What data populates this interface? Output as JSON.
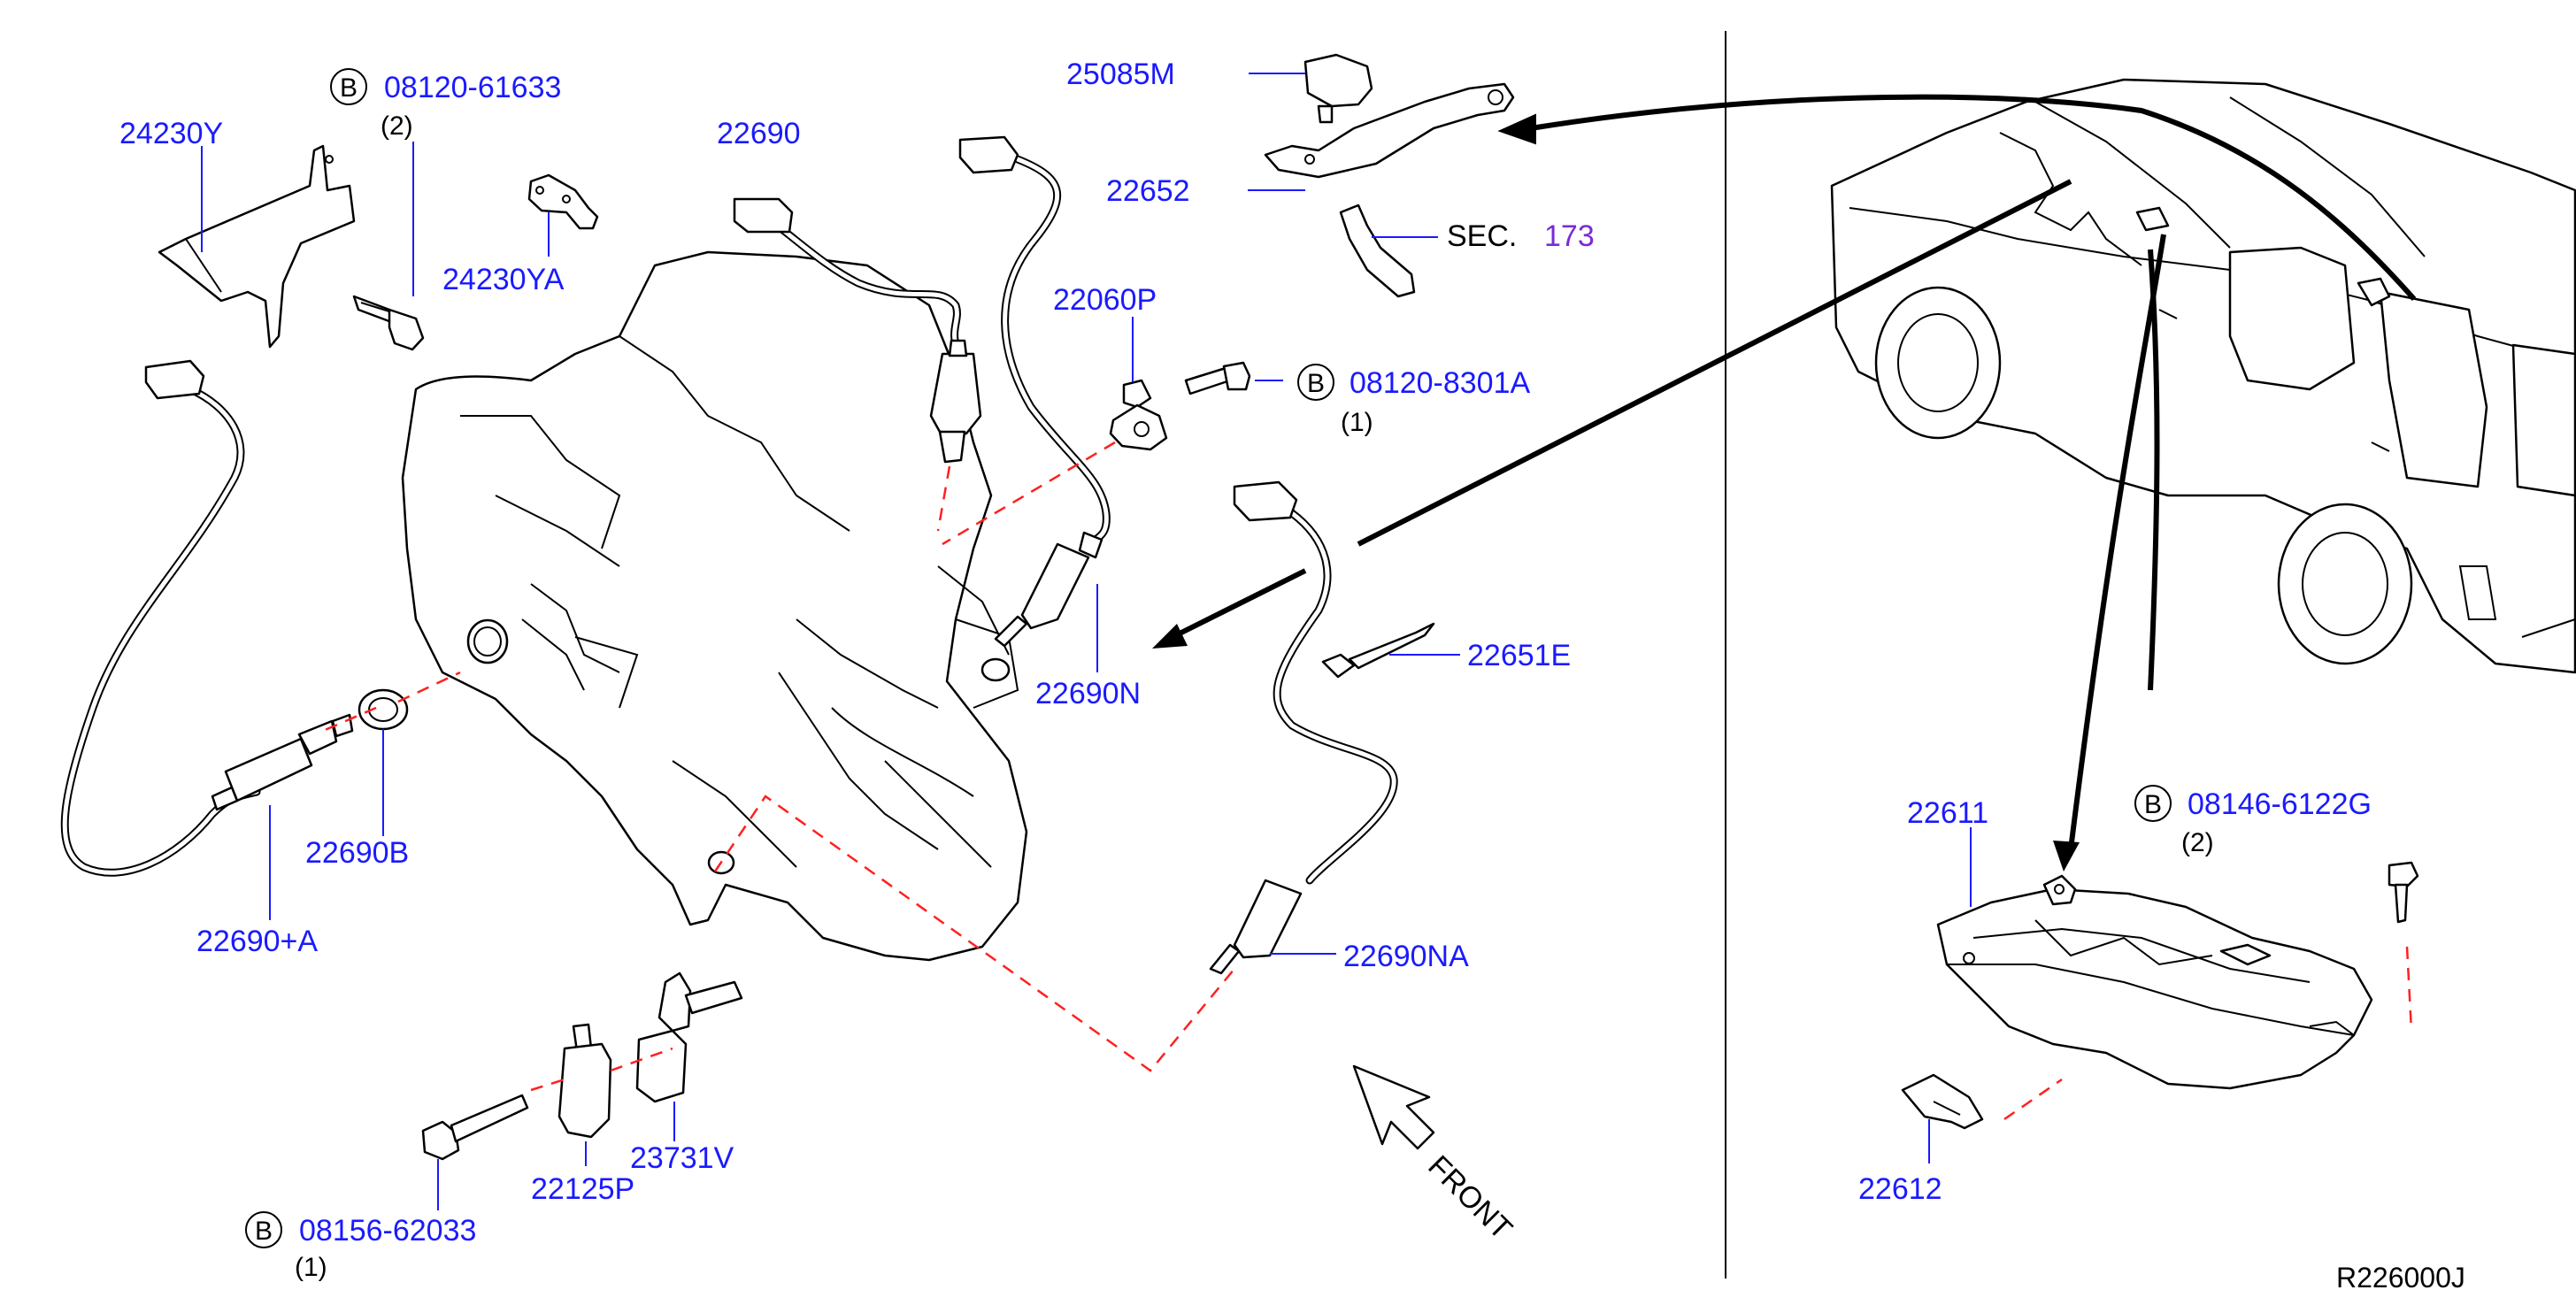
{
  "diagram_ref": "R226000J",
  "front_label": "FRONT",
  "bolt_symbol": "B",
  "parts": {
    "p24230Y": "24230Y",
    "bolt_61633": "08120-61633",
    "bolt_61633_qty": "(2)",
    "p22690_top": "22690",
    "p24230YA": "24230YA",
    "p25085M": "25085M",
    "p22652": "22652",
    "sec_label": "SEC.",
    "sec_num": "173",
    "p22060P": "22060P",
    "bolt_8301A": "08120-8301A",
    "bolt_8301A_qty": "(1)",
    "p22651E": "22651E",
    "p22690N": "22690N",
    "p22690B": "22690B",
    "p22690A": "22690+A",
    "p22690NA": "22690NA",
    "p23731V": "23731V",
    "p22125P": "22125P",
    "bolt_62033": "08156-62033",
    "bolt_62033_qty": "(1)",
    "p22611": "22611",
    "bolt_6122G": "08146-6122G",
    "bolt_6122G_qty": "(2)",
    "p22612": "22612"
  },
  "colors": {
    "part_number": "#1a1aff",
    "section_number": "#7a2bd6",
    "connection_dash": "#ff2020",
    "line": "#000000"
  }
}
